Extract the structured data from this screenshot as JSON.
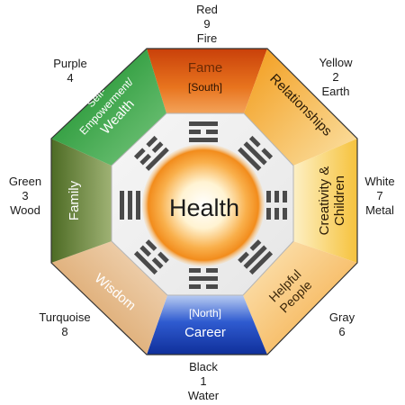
{
  "center": {
    "label": "Health"
  },
  "sectors": {
    "fame": {
      "title": "Fame",
      "subtitle": "[South]",
      "color": "#d9560f"
    },
    "relationships": {
      "title": "Relationships",
      "color": "#f5a623"
    },
    "creativity": {
      "line1": "Creativity &",
      "line2": "Children",
      "color": "#f7c948"
    },
    "helpful": {
      "line1": "Helpful",
      "line2": "People",
      "color": "#f2a73a"
    },
    "career": {
      "subtitle": "[North]",
      "title": "Career",
      "color": "#1a3fa8"
    },
    "wisdom": {
      "title": "Wisdom",
      "color": "#d9a066"
    },
    "family": {
      "title": "Family",
      "color": "#5c7a2c"
    },
    "wealth": {
      "line1": "Self-",
      "line2": "Empowerment/",
      "line3": "Wealth",
      "color": "#1f9c2f"
    }
  },
  "outer_labels": {
    "south": {
      "color": "Red",
      "number": "9",
      "element": "Fire"
    },
    "southwest_top_right": {
      "color": "Yellow",
      "number": "2",
      "element": "Earth"
    },
    "east_right": {
      "color": "White",
      "number": "7",
      "element": "Metal"
    },
    "bottom_right": {
      "color": "Gray",
      "number": "6"
    },
    "north": {
      "color": "Black",
      "number": "1",
      "element": "Water"
    },
    "bottom_left": {
      "color": "Turquoise",
      "number": "8"
    },
    "west_left": {
      "color": "Green",
      "number": "3",
      "element": "Wood"
    },
    "top_left": {
      "color": "Purple",
      "number": "4"
    }
  },
  "trigrams": {
    "top": [
      1,
      0,
      1
    ],
    "top_right": [
      0,
      1,
      1
    ],
    "right": [
      0,
      0,
      0
    ],
    "bottom_right": [
      1,
      1,
      0
    ],
    "bottom": [
      0,
      1,
      0
    ],
    "bottom_left": [
      1,
      0,
      0
    ],
    "left": [
      1,
      1,
      1
    ],
    "top_left": [
      0,
      0,
      1
    ]
  }
}
